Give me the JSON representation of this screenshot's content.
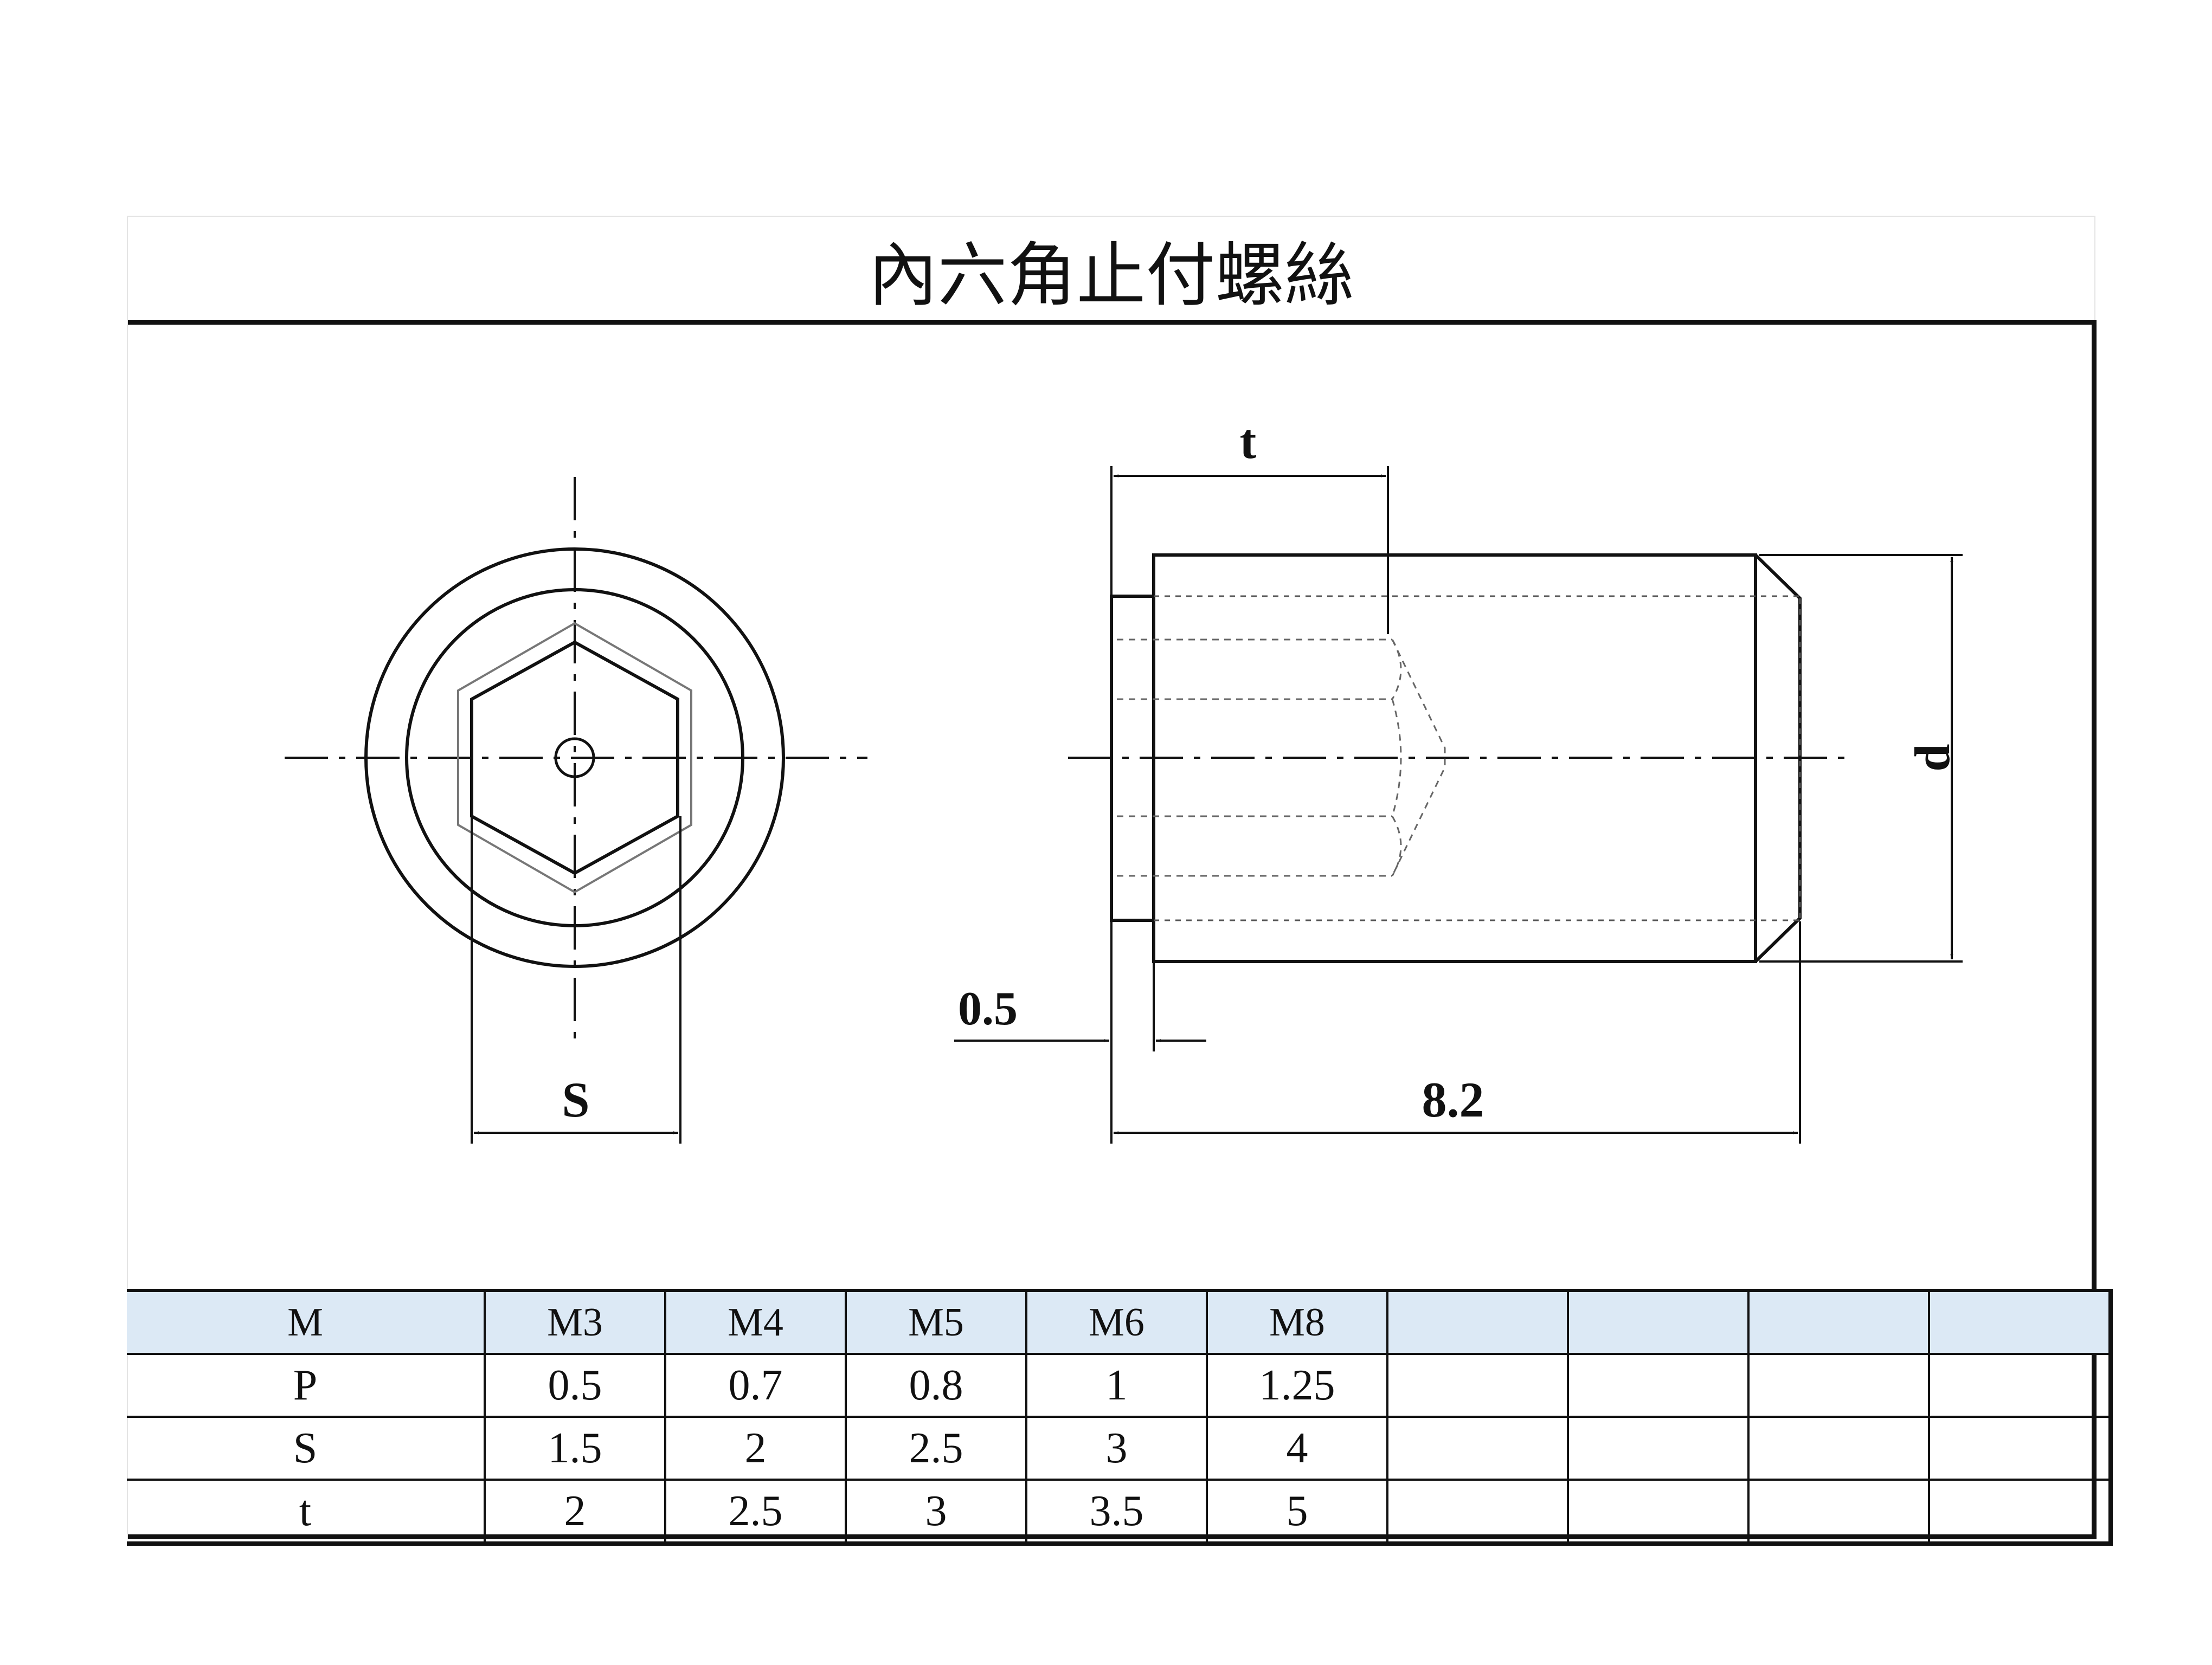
{
  "title": "內六角止付螺絲",
  "diagram": {
    "labels": {
      "s": "S",
      "t": "t",
      "d": "d",
      "chamfer": "0.5",
      "length": "8.2"
    }
  },
  "table": {
    "header": {
      "label": "M",
      "values": [
        "M3",
        "M4",
        "M5",
        "M6",
        "M8",
        "",
        "",
        "",
        ""
      ]
    },
    "rows": [
      {
        "label": "P",
        "values": [
          "0.5",
          "0.7",
          "0.8",
          "1",
          "1.25",
          "",
          "",
          "",
          ""
        ]
      },
      {
        "label": "S",
        "values": [
          "1.5",
          "2",
          "2.5",
          "3",
          "4",
          "",
          "",
          "",
          ""
        ]
      },
      {
        "label": "t",
        "values": [
          "2",
          "2.5",
          "3",
          "3.5",
          "5",
          "",
          "",
          "",
          ""
        ]
      }
    ]
  }
}
